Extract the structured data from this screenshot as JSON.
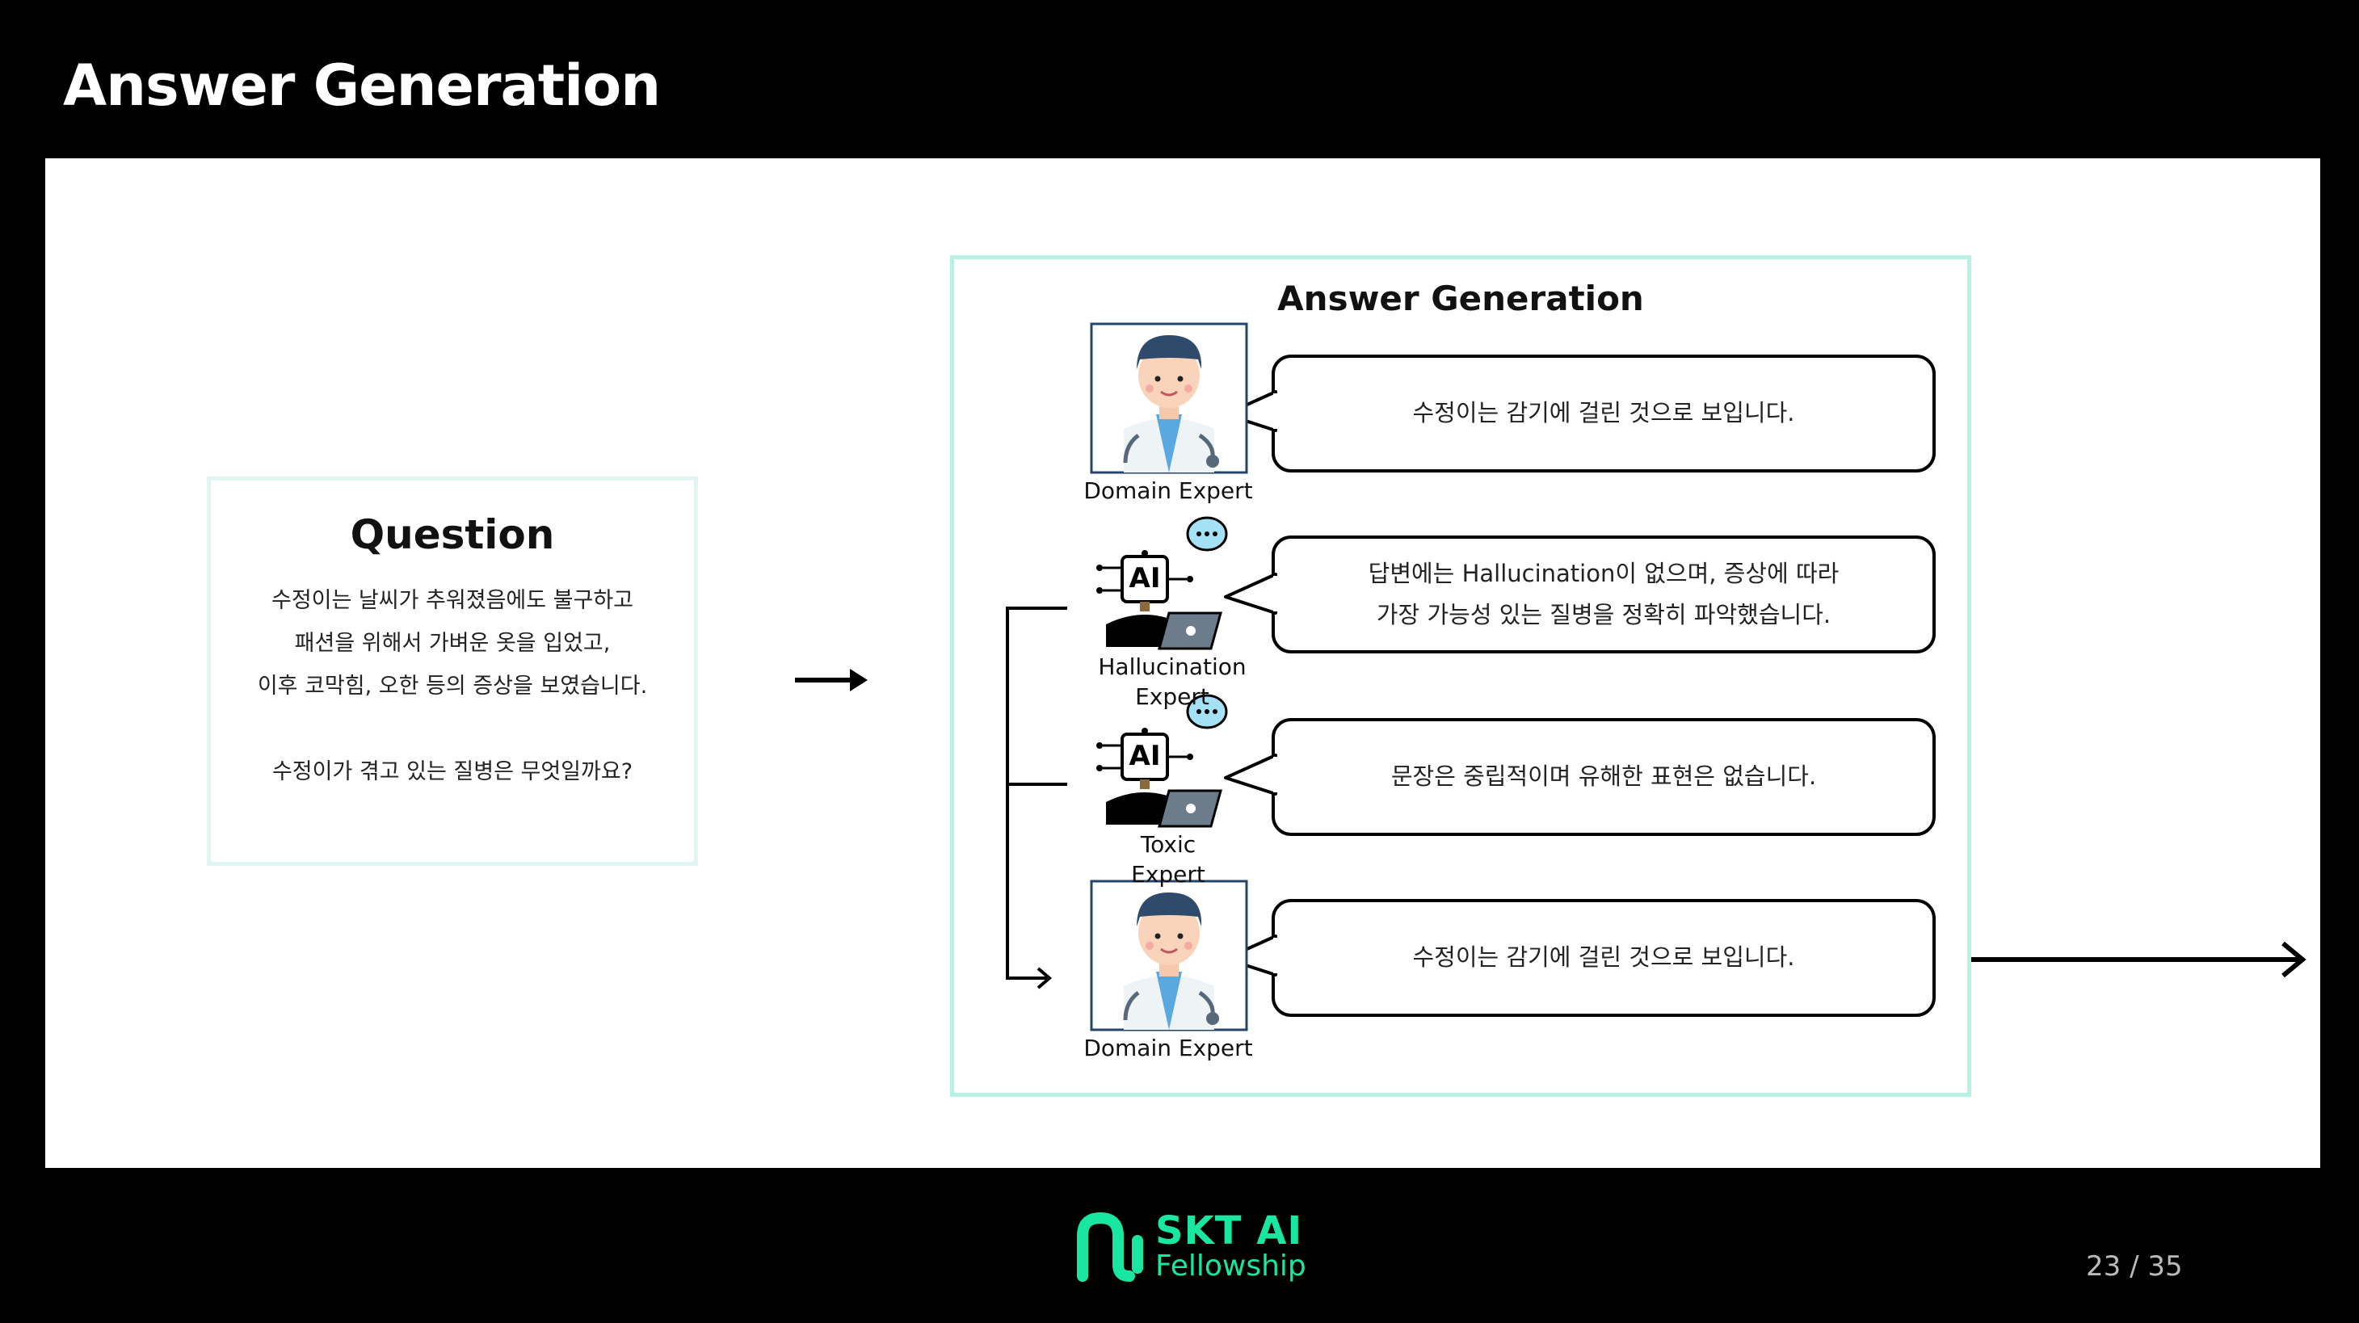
{
  "slide": {
    "title": "Answer Generation",
    "page_number": "23 / 35"
  },
  "question": {
    "title": "Question",
    "lines": [
      "수정이는 날씨가 추워졌음에도 불구하고",
      "패션을 위해서 가벼운 옷을 입었고,",
      "이후 코막힘, 오한 등의 증상을 보였습니다.",
      "수정이가 겪고 있는 질병은 무엇일까요?"
    ]
  },
  "generation": {
    "title": "Answer Generation",
    "experts": [
      {
        "label": "Domain Expert",
        "icon": "doctor-icon"
      },
      {
        "label": "Hallucination\nExpert",
        "label_lines": [
          "Hallucination",
          "Expert"
        ],
        "icon": "ai-robot-icon"
      },
      {
        "label_lines": [
          "Toxic",
          "Expert"
        ],
        "icon": "ai-robot-icon"
      },
      {
        "label": "Domain Expert",
        "icon": "doctor-icon"
      }
    ],
    "answers": [
      {
        "lines": [
          "수정이는 감기에 걸린 것으로 보입니다."
        ]
      },
      {
        "lines": [
          "답변에는 Hallucination이 없으며, 증상에 따라",
          "가장 가능성 있는 질병을 정확히 파악했습니다."
        ]
      },
      {
        "lines": [
          "문장은 중립적이며 유해한 표현은 없습니다."
        ]
      },
      {
        "lines": [
          "수정이는 감기에 걸린 것으로 보입니다."
        ]
      }
    ]
  },
  "logo": {
    "brand": "SKT AI",
    "sub": "Fellowship"
  },
  "colors": {
    "accent": "#19e6a0",
    "box_border": "#b8f0e3",
    "question_border": "#e1f5f2"
  }
}
